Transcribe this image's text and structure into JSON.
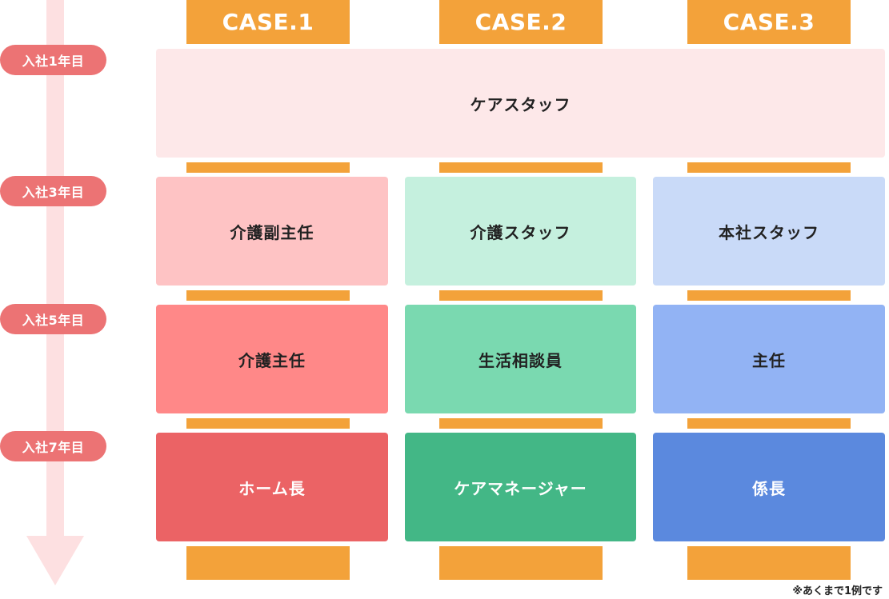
{
  "cases": [
    "CASE.1",
    "CASE.2",
    "CASE.3"
  ],
  "years": [
    "入社1年目",
    "入社3年目",
    "入社5年目",
    "入社7年目"
  ],
  "year1_all": "ケアスタッフ",
  "case1": [
    "介護副主任",
    "介護主任",
    "ホーム長"
  ],
  "case2": [
    "介護スタッフ",
    "生活相談員",
    "ケアマネージャー"
  ],
  "case3": [
    "本社スタッフ",
    "主任",
    "係長"
  ],
  "note": "※あくまで1例です",
  "colors": {
    "orange": "#f3a23a",
    "pill": "#ec7374",
    "arrow": "#fde0e1",
    "year1": "#fde8e9",
    "case1": [
      "#fec3c4",
      "#ff8888",
      "#eb6365"
    ],
    "case2": [
      "#c5f0de",
      "#7ad9b0",
      "#43b786"
    ],
    "case3": [
      "#c9daf8",
      "#92b3f4",
      "#5b89de"
    ]
  }
}
